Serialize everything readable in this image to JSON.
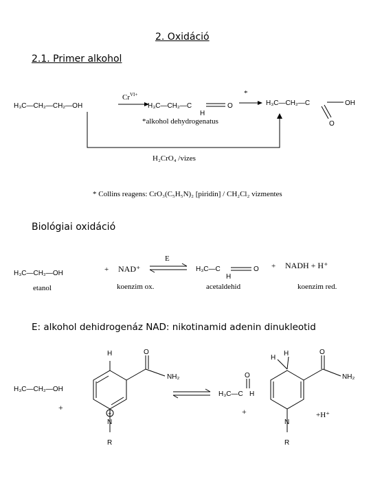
{
  "heading": "2. Oxidáció",
  "subheading": "2.1. Primer alkohol",
  "section2_title": "Biológiai oxidáció",
  "section3_title": "E: alkohol dehidrogenáz   NAD: nikotinamid adenin dinukleotid",
  "scheme1": {
    "reactant": "H₃C—CH₂—CH₂—OH",
    "reagent1_base": "Cr",
    "reagent1_sup": "VI+",
    "aldehyde_left": "H₃C—CH₂—C",
    "aldehyde_o": "O",
    "aldehyde_h": "H",
    "enzyme_note": "*alkohol dehydrogenatus",
    "star": "*",
    "acid_left": "H₃C—CH₂—C",
    "acid_oh": "OH",
    "acid_o": "O",
    "direct_reagent": "H₂CrO₄ /vizes",
    "collins_note": "* Collins reagens:  CrO₃(C₅H₅N)₂  [piridin]  /  CH₂Cl₂ vizmentes"
  },
  "scheme2": {
    "ethanol": "H₃C—CH₂—OH",
    "ethanol_label": "etanol",
    "plus1": "+",
    "nad": "NAD⁺",
    "nad_label": "koenzim ox.",
    "enzyme": "E",
    "acetaldehyde": "H₃C—C",
    "acetaldehyde_o": "O",
    "acetaldehyde_h": "H",
    "acetaldehyde_label": "acetaldehid",
    "plus2": "+",
    "nadh": "NADH  +  H⁺",
    "nadh_label": "koenzim red."
  },
  "scheme3": {
    "ethanol": "H₃C—CH₂—OH",
    "plus1": "+",
    "plus2": "+",
    "h_plus": "+H⁺",
    "aldehyde": "H₃C—C",
    "aldehyde_h": "H",
    "aldehyde_o": "O",
    "amide_o": "O",
    "amide_nh2": "NH₂",
    "ring_n": "N",
    "ring_h": "H",
    "ring_r": "R",
    "ring_charge": "+",
    "red_h1": "H",
    "red_h2": "H"
  }
}
